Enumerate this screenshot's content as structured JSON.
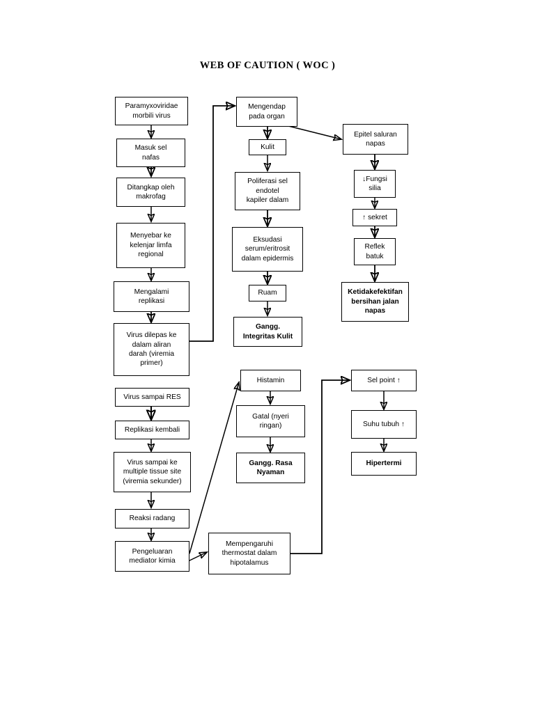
{
  "title": "WEB OF CAUTION ( WOC )",
  "colors": {
    "background": "#ffffff",
    "box_border": "#000000",
    "text": "#000000",
    "connector": "#000000"
  },
  "nodes": {
    "paramyxoviridae": "Paramyxoviridae\nmorbili virus",
    "masuk_sel_nafas": "Masuk sel\nnafas",
    "ditangkap_makrofag": "Ditangkap oleh\nmakrofag",
    "menyebar_limfa": "Menyebar ke\nkelenjar limfa\nregional",
    "mengalami_replikasi": "Mengalami\nreplikasi",
    "virus_dilepas": "Virus dilepas ke\ndalam aliran\ndarah (viremia\nprimer)",
    "virus_sampai_res": "Virus sampai RES",
    "replikasi_kembali": "Replikasi kembali",
    "virus_multiple_tissue": "Virus sampai ke\nmultiple tissue site\n(viremia sekunder)",
    "reaksi_radang": "Reaksi radang",
    "pengeluaran_mediator": "Pengeluaran\nmediator kimia",
    "mengendap_organ": "Mengendap\npada organ",
    "kulit": "Kulit",
    "poliferasi_endotel": "Poliferasi sel\nendotel\nkapiler dalam",
    "eksudasi_serum": "Eksudasi\nserum/eritrosit\ndalam epidermis",
    "ruam": "Ruam",
    "gangg_integritas_kulit": "Gangg.\nIntegritas Kulit",
    "histamin": "Histamin",
    "gatal_nyeri_ringan": "Gatal (nyeri\nringan)",
    "gangg_rasa_nyaman": "Gangg. Rasa\nNyaman",
    "mempengaruhi_thermostat": "Mempengaruhi\nthermostat dalam\nhipotalamus",
    "epitel_saluran_napas": "Epitel saluran\nnapas",
    "fungsi_silia": "↓Fungsi\nsilia",
    "sekret": "↑ sekret",
    "reflek_batuk": "Reflek\nbatuk",
    "ketidakefektifan_bersihan": "Ketidakefektifan\nbersihan jalan\nnapas",
    "sel_point": "Sel point ↑",
    "suhu_tubuh": "Suhu tubuh ↑",
    "hipertermi": "Hipertermi"
  }
}
